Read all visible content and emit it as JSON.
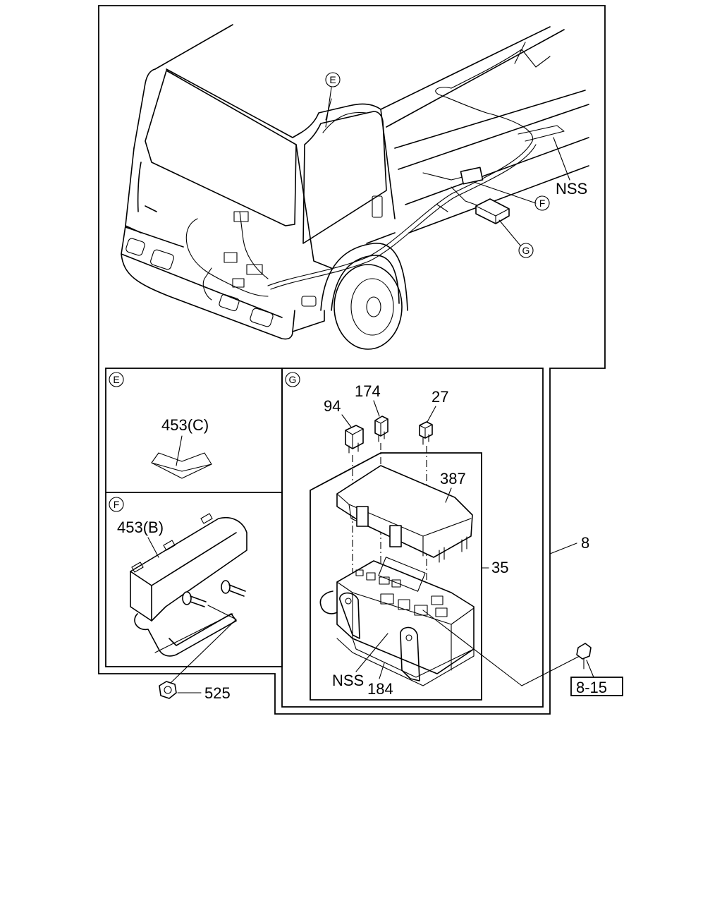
{
  "callouts": {
    "detail_e": "E",
    "detail_f": "F",
    "detail_g": "G"
  },
  "labels": {
    "nss_top": "NSS",
    "p453c": "453(C)",
    "p453b": "453(B)",
    "p525": "525",
    "p94": "94",
    "p174": "174",
    "p27": "27",
    "p387": "387",
    "p35": "35",
    "p8": "8",
    "nss_box": "NSS",
    "p184": "184",
    "ref_8_15": "8-15"
  }
}
